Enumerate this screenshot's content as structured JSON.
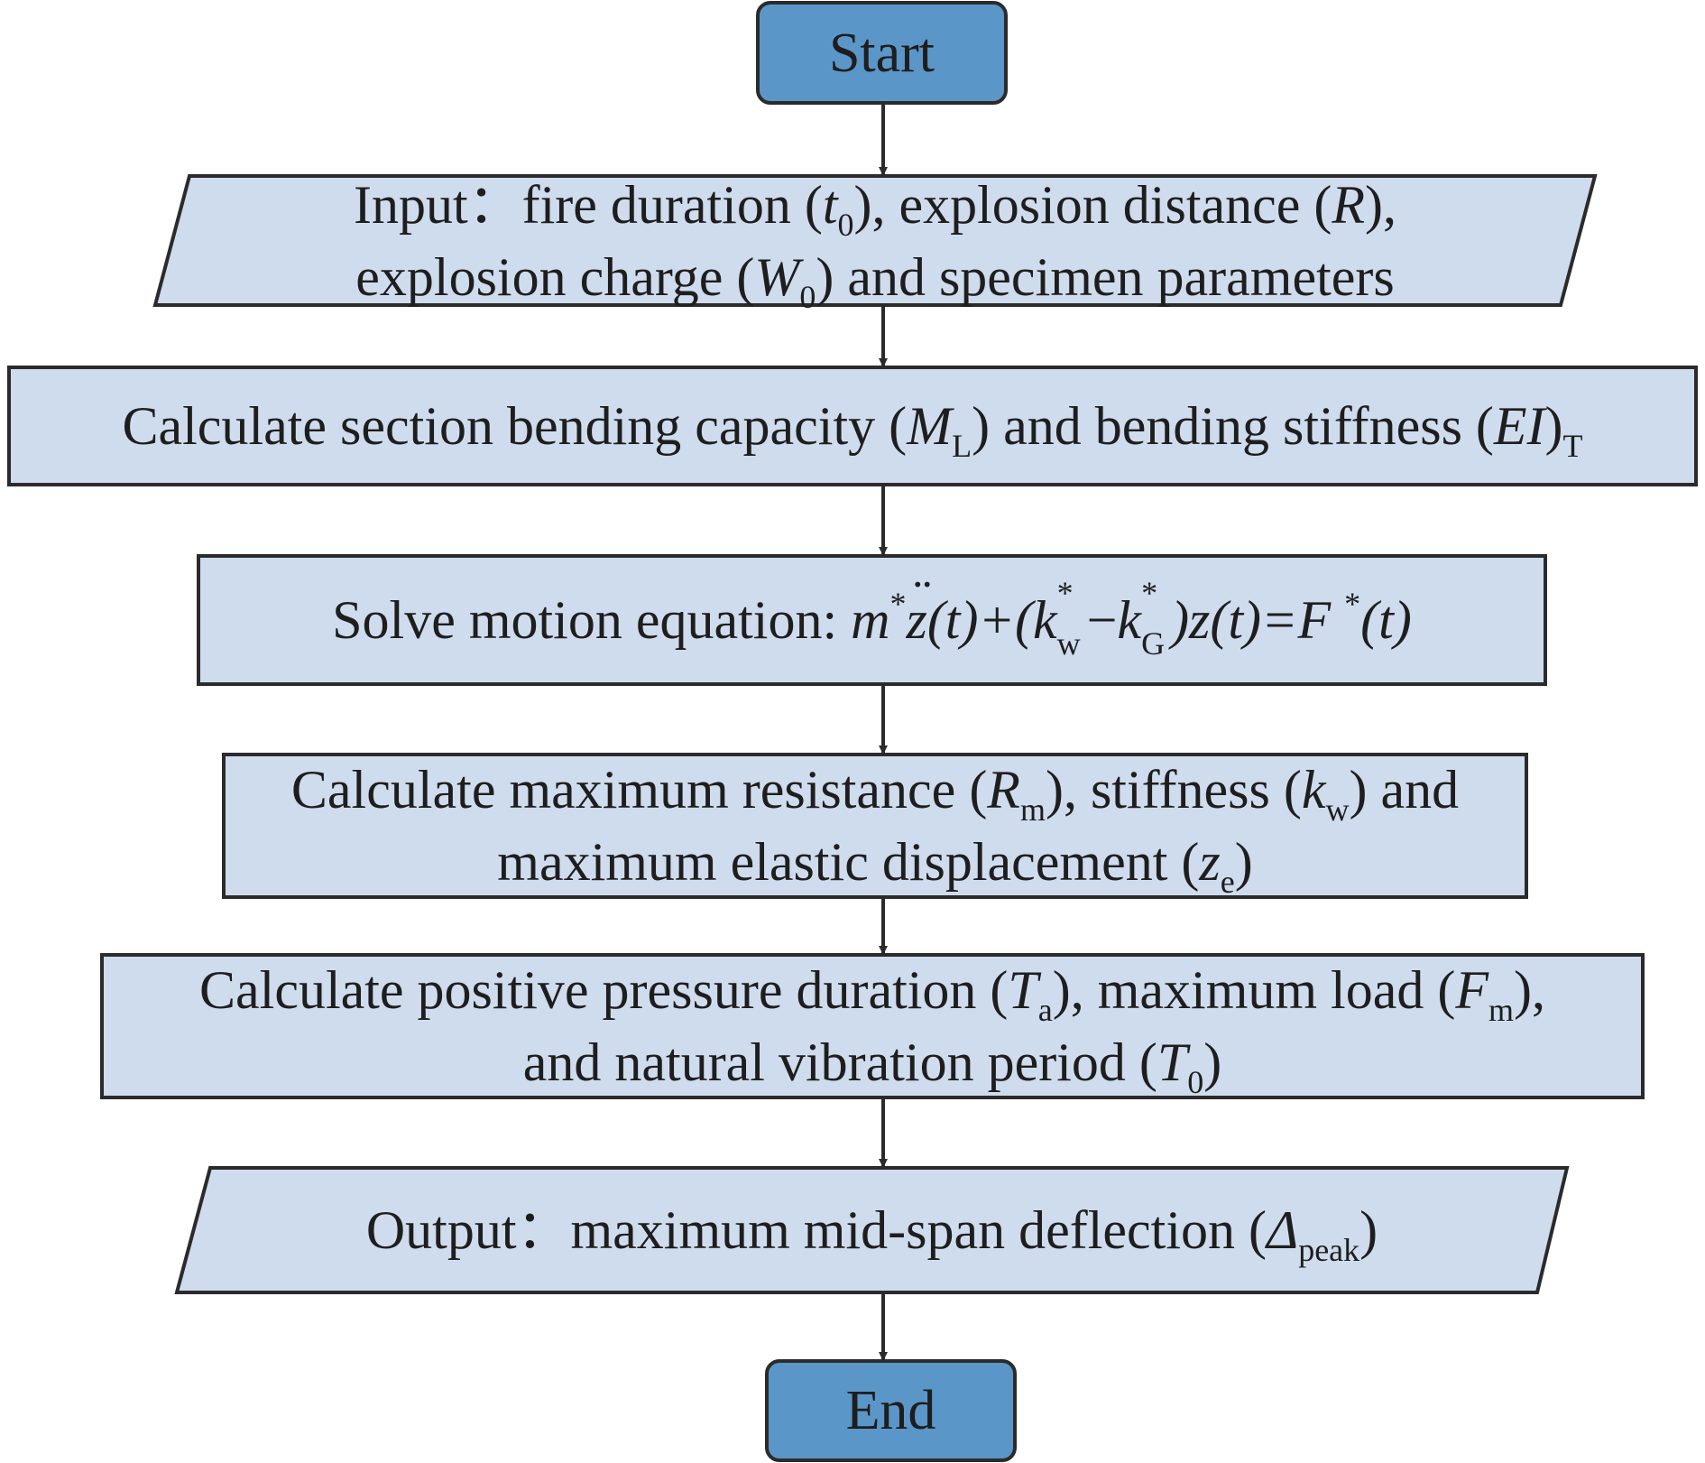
{
  "flowchart": {
    "colors": {
      "terminal_fill": "#5b96c8",
      "process_fill": "#cfdcee",
      "stroke": "#2b2b2b"
    },
    "start": {
      "label": "Start"
    },
    "input": {
      "prefix": "Input：",
      "line1_a": "fire duration (",
      "t_var": "t",
      "t_sub": "0",
      "line1_b": "), explosion distance (",
      "r_var": "R",
      "line1_c": "),",
      "line2_a": "explosion charge (",
      "w_var": "W",
      "w_sub": "0",
      "line2_b": ") and specimen parameters"
    },
    "section": {
      "text_a": "Calculate section bending capacity (",
      "m_var": "M",
      "m_sub": "L",
      "text_b": ") and bending stiffness (",
      "ei_var": "EI",
      "text_c": ")",
      "t_sub": "T"
    },
    "motion": {
      "prefix": "Solve motion equation: ",
      "m": "m",
      "star": "*",
      "zdd": "z",
      "t1": "(t)+(",
      "kw": "k",
      "kw_sub": "w",
      "minus": "−",
      "kg": "k",
      "kg_sub": "G",
      "z_rest": ")z(t)=F ",
      "t2": "(t)"
    },
    "resistance": {
      "line1_a": "Calculate maximum resistance (",
      "rm_var": "R",
      "rm_sub": "m",
      "line1_b": "), stiffness (",
      "kw_var": "k",
      "kw_sub": "w",
      "line1_c": ") and",
      "line2_a": "maximum elastic displacement (",
      "ze_var": "z",
      "ze_sub": "e",
      "line2_b": ")"
    },
    "pressure": {
      "line1_a": "Calculate positive pressure duration (",
      "ta_var": "T",
      "ta_sub": "a",
      "line1_b": "), maximum load (",
      "fm_var": "F",
      "fm_sub": "m",
      "line1_c": "),",
      "line2_a": "and natural vibration period (",
      "t0_var": "T",
      "t0_sub": "0",
      "line2_b": ")"
    },
    "output": {
      "prefix": "Output：",
      "text_a": "maximum mid-span deflection (",
      "delta_var": "Δ",
      "delta_sub": "peak",
      "text_b": ")"
    },
    "end": {
      "label": "End"
    }
  }
}
